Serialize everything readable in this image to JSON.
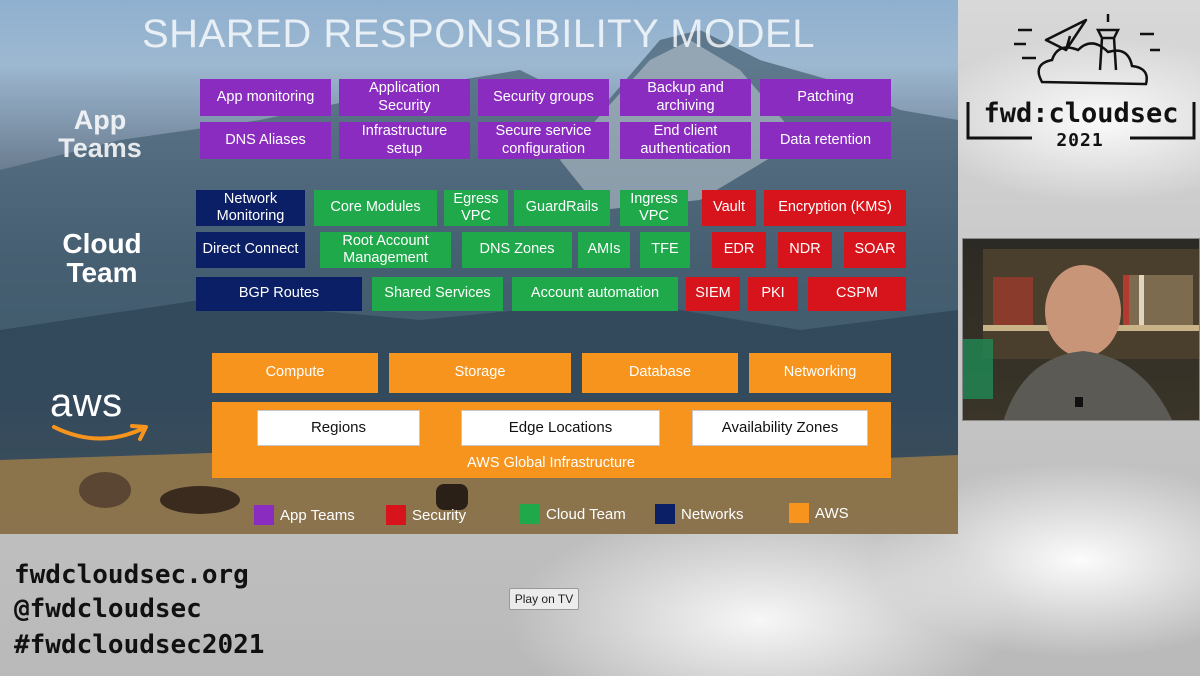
{
  "slide": {
    "title": "SHARED RESPONSIBILITY MODEL",
    "app_teams_label": "App\nTeams",
    "cloud_team_label": "Cloud\nTeam",
    "aws_logo_text": "aws",
    "app_boxes": [
      "App monitoring",
      "Application Security",
      "Security groups",
      "Backup and archiving",
      "Patching",
      "DNS Aliases",
      "Infrastructure setup",
      "Secure service configuration",
      "End client authentication",
      "Data retention"
    ],
    "cloud_boxes": [
      "Network Monitoring",
      "Core Modules",
      "Egress VPC",
      "GuardRails",
      "Ingress VPC",
      "Vault",
      "Encryption (KMS)",
      "Direct Connect",
      "Root Account Management",
      "DNS Zones",
      "AMIs",
      "TFE",
      "EDR",
      "NDR",
      "SOAR",
      "BGP Routes",
      "Shared Services",
      "Account automation",
      "SIEM",
      "PKI",
      "CSPM"
    ],
    "aws_services": [
      "Compute",
      "Storage",
      "Database",
      "Networking"
    ],
    "aws_infra": [
      "Regions",
      "Edge Locations",
      "Availability Zones"
    ],
    "aws_global": "AWS Global Infrastructure",
    "legend": [
      {
        "label": "App Teams",
        "color": "#8a2cc0"
      },
      {
        "label": "Security",
        "color": "#d7141b"
      },
      {
        "label": "Cloud Team",
        "color": "#1fa94b"
      },
      {
        "label": "Networks",
        "color": "#0a1f66"
      },
      {
        "label": "AWS",
        "color": "#f7941d"
      }
    ]
  },
  "brand": {
    "name": "fwd:cloudsec",
    "year": "2021"
  },
  "footer": {
    "site": "fwdcloudsec.org",
    "handle": "@fwdcloudsec",
    "hashtag": "#fwdcloudsec2021"
  },
  "controls": {
    "play_on_tv": "Play on TV"
  }
}
